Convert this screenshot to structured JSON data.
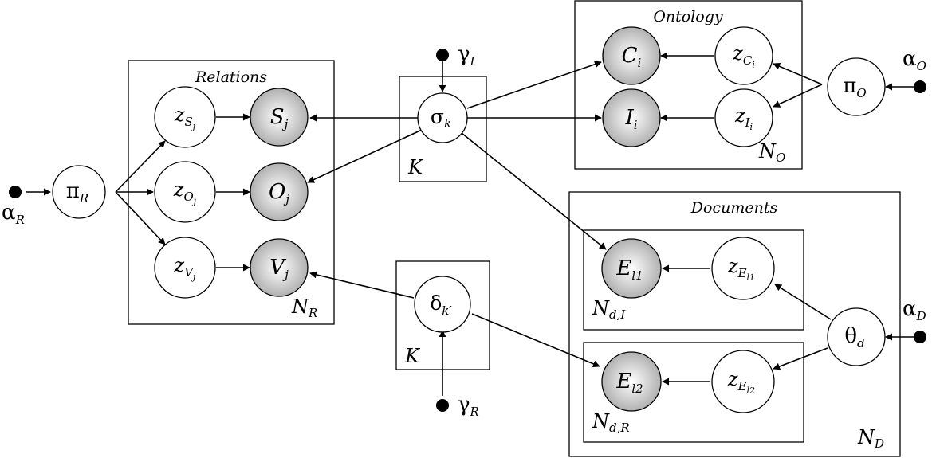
{
  "plates": {
    "ontology": {
      "title": "Ontology",
      "count_main": "N",
      "count_sub": "O"
    },
    "relations": {
      "title": "Relations",
      "count_main": "N",
      "count_sub": "R"
    },
    "k_sigma": {
      "count_main": "K"
    },
    "k_delta": {
      "count_main": "K"
    },
    "documents": {
      "title": "Documents",
      "count_main": "N",
      "count_sub": "D"
    },
    "entity_i": {
      "count_main": "N",
      "count_sub": "d,I"
    },
    "entity_r": {
      "count_main": "N",
      "count_sub": "d,R"
    }
  },
  "nodes": {
    "C_i": {
      "main": "C",
      "sub": "i",
      "observed": true
    },
    "I_i": {
      "main": "I",
      "sub": "i",
      "observed": true
    },
    "z_C_i": {
      "main": "z",
      "sub": "C",
      "subsub": "i",
      "observed": false
    },
    "z_I_i": {
      "main": "z",
      "sub": "I",
      "subsub": "i",
      "observed": false
    },
    "pi_O": {
      "main": "π",
      "sub": "O",
      "observed": false
    },
    "sigma_k": {
      "main": "σ",
      "sub": "k",
      "observed": false
    },
    "S_j": {
      "main": "S",
      "sub": "j",
      "observed": true
    },
    "O_j": {
      "main": "O",
      "sub": "j",
      "observed": true
    },
    "V_j": {
      "main": "V",
      "sub": "j",
      "observed": true
    },
    "z_S_j": {
      "main": "z",
      "sub": "S",
      "subsub": "j",
      "observed": false
    },
    "z_O_j": {
      "main": "z",
      "sub": "O",
      "subsub": "j",
      "observed": false
    },
    "z_V_j": {
      "main": "z",
      "sub": "V",
      "subsub": "j",
      "observed": false
    },
    "pi_R": {
      "main": "π",
      "sub": "R",
      "observed": false
    },
    "delta_k": {
      "main": "δ",
      "sub": "k′",
      "observed": false
    },
    "E_l1": {
      "main": "E",
      "sub": "l1",
      "observed": true
    },
    "E_l2": {
      "main": "E",
      "sub": "l2",
      "observed": true
    },
    "z_E_l1": {
      "main": "z",
      "sub": "E",
      "subsub": "l1",
      "observed": false
    },
    "z_E_l2": {
      "main": "z",
      "sub": "E",
      "subsub": "l2",
      "observed": false
    },
    "theta_d": {
      "main": "θ",
      "sub": "d",
      "observed": false
    }
  },
  "hyperparameters": {
    "gamma_I": {
      "main": "γ",
      "sub": "I"
    },
    "gamma_R": {
      "main": "γ",
      "sub": "R"
    },
    "alpha_O": {
      "main": "α",
      "sub": "O"
    },
    "alpha_R": {
      "main": "α",
      "sub": "R"
    },
    "alpha_D": {
      "main": "α",
      "sub": "D"
    }
  },
  "colors": {
    "line": "#000000",
    "observed_fill_light": "#ffffff",
    "observed_fill_dark": "#a9a9a9"
  }
}
